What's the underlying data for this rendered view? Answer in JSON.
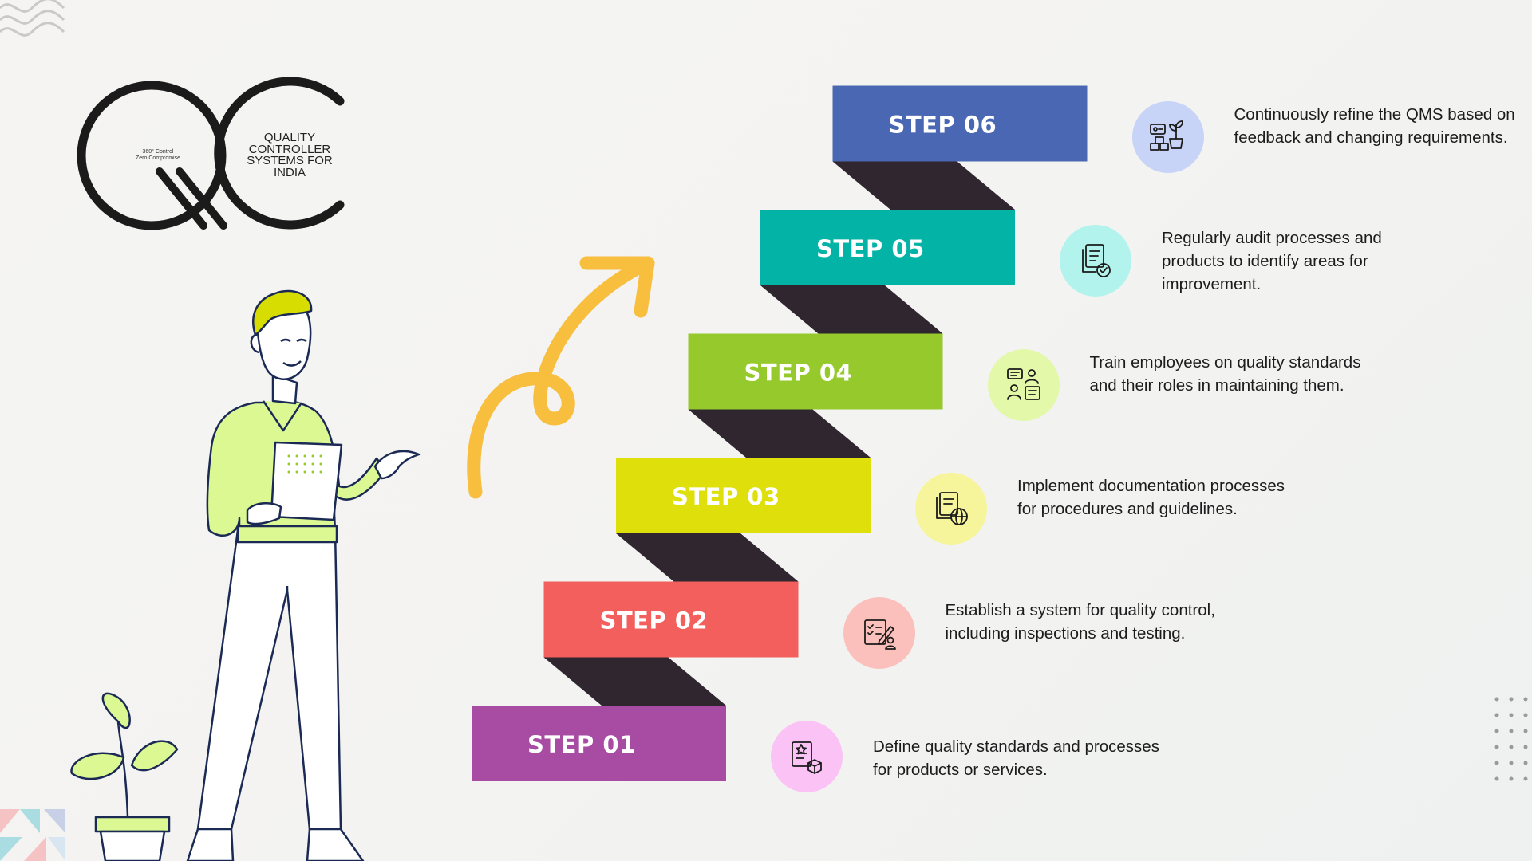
{
  "logo": {
    "letters": "QC",
    "tagline_lines": [
      "360° Control",
      "Zero Compromise"
    ],
    "name_lines": [
      "QUALITY",
      "CONTROLLER",
      "SYSTEMS FOR",
      "INDIA"
    ]
  },
  "colors": {
    "riser": "#2f2630",
    "arrow": "#f8bf3f"
  },
  "steps": [
    {
      "label": "STEP 01",
      "color": "#a84ba3",
      "icon_bg": "#fbc3f5",
      "icon": "document-box-icon",
      "description": "Define quality standards and processes for products or services."
    },
    {
      "label": "STEP 02",
      "color": "#f25f5c",
      "icon_bg": "#fcc0bc",
      "icon": "checklist-pencil-icon",
      "description": "Establish a system for quality control, including inspections and testing."
    },
    {
      "label": "STEP 03",
      "color": "#dfe00b",
      "icon_bg": "#f7f59b",
      "icon": "document-globe-icon",
      "description": "Implement documentation processes for procedures and guidelines."
    },
    {
      "label": "STEP 04",
      "color": "#95c92c",
      "icon_bg": "#e4f8a9",
      "icon": "training-people-icon",
      "description": "Train employees on quality standards and their roles in maintaining them."
    },
    {
      "label": "STEP 05",
      "color": "#03b3a6",
      "icon_bg": "#b3f3ed",
      "icon": "document-check-icon",
      "description": "Regularly audit processes and products to identify areas for improvement."
    },
    {
      "label": "STEP 06",
      "color": "#4967b2",
      "icon_bg": "#c7d4f7",
      "icon": "growth-refine-icon",
      "description": "Continuously refine the QMS based on feedback and changing requirements."
    }
  ]
}
